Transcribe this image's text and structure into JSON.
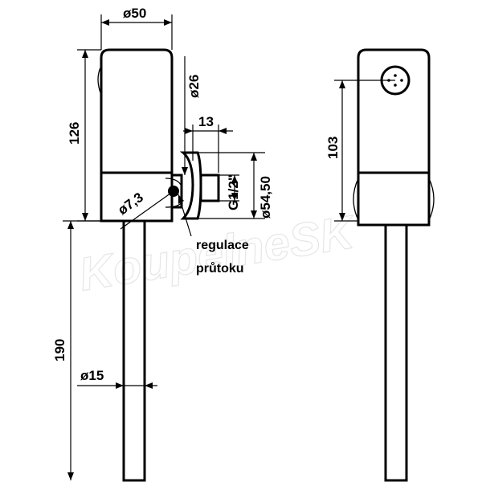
{
  "dimensions": {
    "body_diameter": "ø50",
    "body_height": "126",
    "connector_diameter": "ø26",
    "connector_length": "13",
    "thread": "G1/2\"",
    "flange_diameter": "ø54,50",
    "screw_diameter": "ø7,3",
    "pipe_length": "190",
    "pipe_diameter": "ø15",
    "side_height": "103"
  },
  "note": {
    "line1": "regulace",
    "line2": "průtoku"
  },
  "watermark": "KoupelneSK"
}
